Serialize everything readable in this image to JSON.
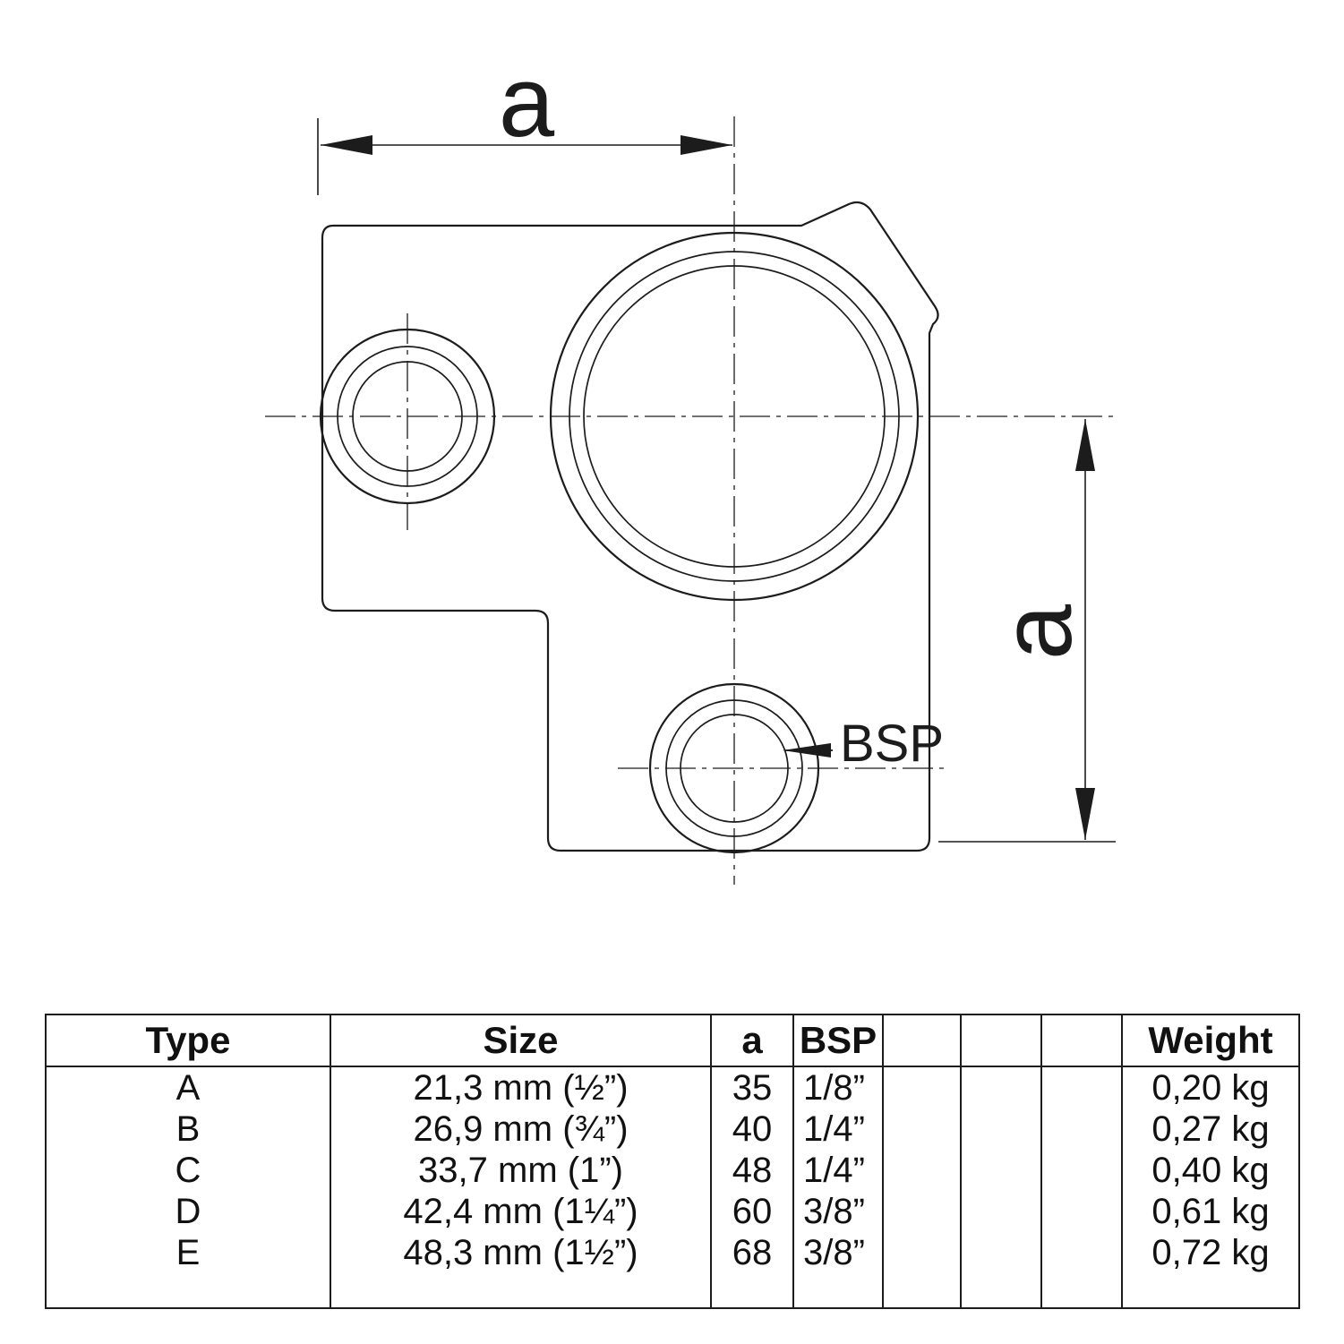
{
  "drawing": {
    "dim_a_top": "a",
    "dim_a_right": "a",
    "bsp": "BSP"
  },
  "table": {
    "headers": [
      "Type",
      "Size",
      "a",
      "BSP",
      "",
      "",
      "",
      "Weight"
    ],
    "rows": [
      [
        "A",
        "21,3 mm (½”)",
        "35",
        "1/8”",
        "0,20 kg"
      ],
      [
        "B",
        "26,9 mm (¾”)",
        "40",
        "1/4”",
        "0,27 kg"
      ],
      [
        "C",
        "33,7 mm (1”)",
        "48",
        "1/4”",
        "0,40 kg"
      ],
      [
        "D",
        "42,4 mm (1¼”)",
        "60",
        "3/8”",
        "0,61 kg"
      ],
      [
        "E",
        "48,3 mm (1½”)",
        "68",
        "3/8”",
        "0,72 kg"
      ]
    ]
  },
  "colors": {
    "ink": "#1c1c1c",
    "background": "#ffffff"
  }
}
